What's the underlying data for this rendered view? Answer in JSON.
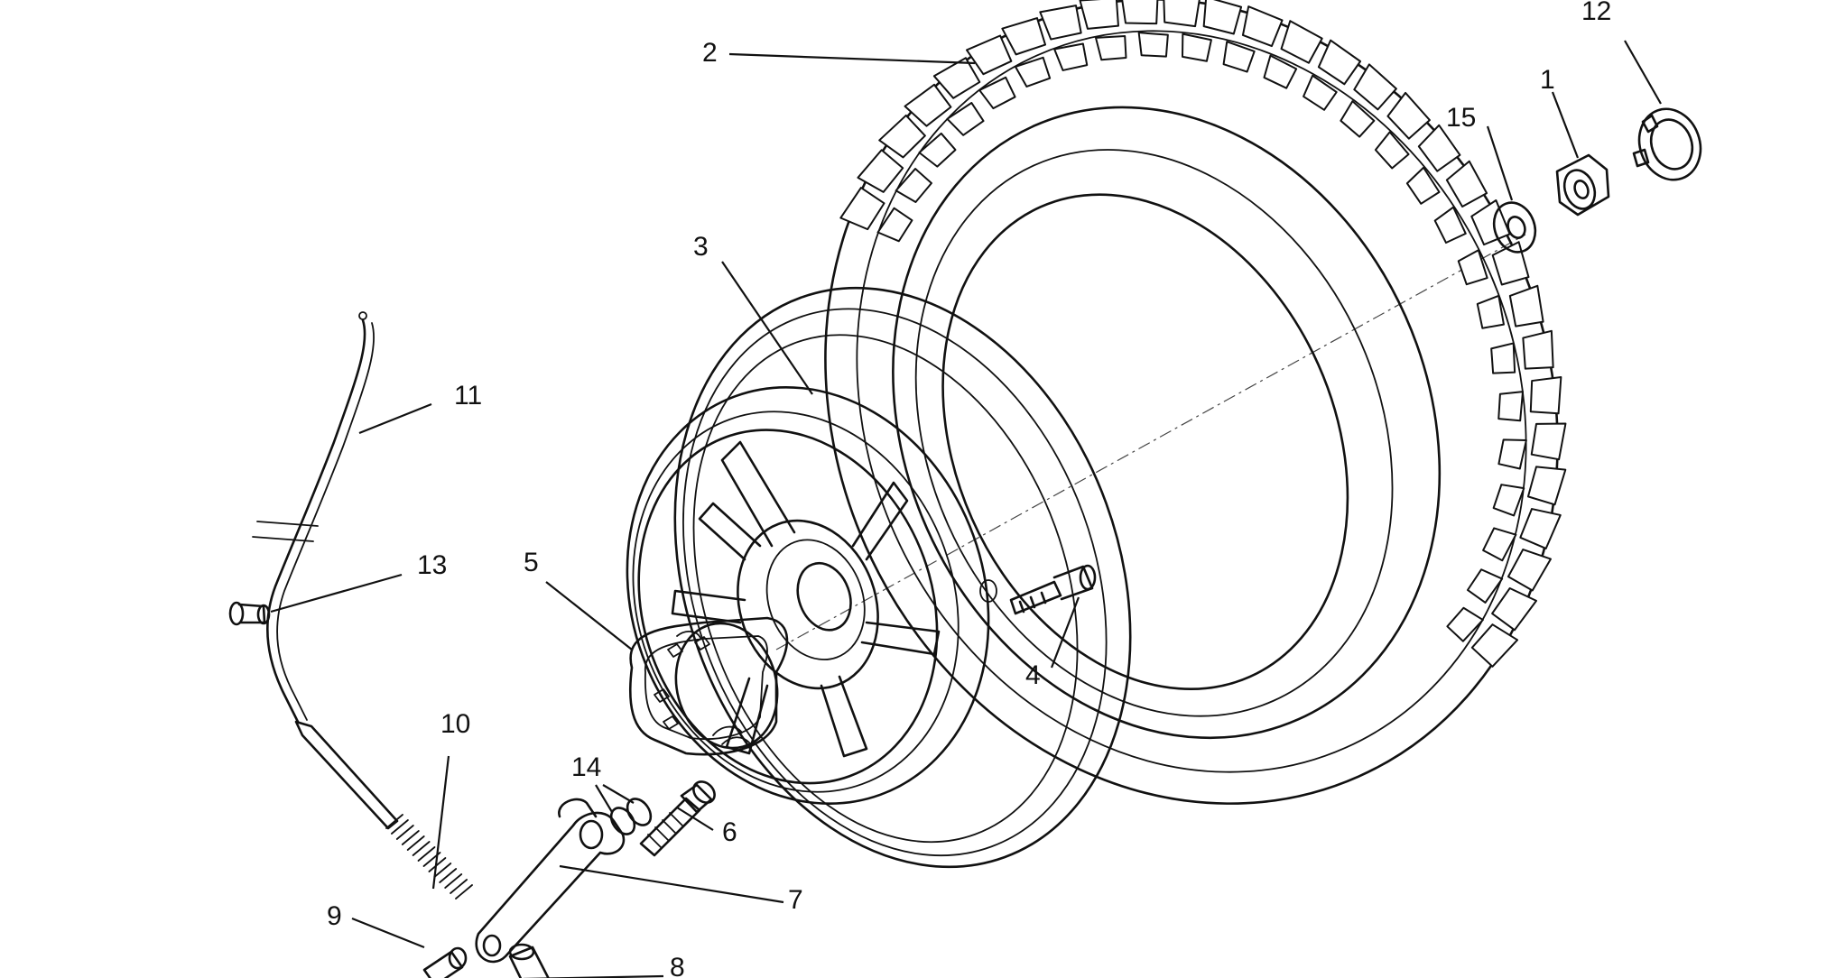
{
  "diagram": {
    "callouts": [
      {
        "id": "c1",
        "text": "1"
      },
      {
        "id": "c2",
        "text": "2"
      },
      {
        "id": "c3",
        "text": "3"
      },
      {
        "id": "c4",
        "text": "4"
      },
      {
        "id": "c5",
        "text": "5"
      },
      {
        "id": "c6",
        "text": "6"
      },
      {
        "id": "c7",
        "text": "7"
      },
      {
        "id": "c8",
        "text": "8"
      },
      {
        "id": "c9",
        "text": "9"
      },
      {
        "id": "c10",
        "text": "10"
      },
      {
        "id": "c11",
        "text": "11"
      },
      {
        "id": "c12",
        "text": "12"
      },
      {
        "id": "c13",
        "text": "13"
      },
      {
        "id": "c14",
        "text": "14"
      },
      {
        "id": "c15",
        "text": "15"
      }
    ],
    "line_color": "#111111",
    "background": "#ffffff"
  }
}
